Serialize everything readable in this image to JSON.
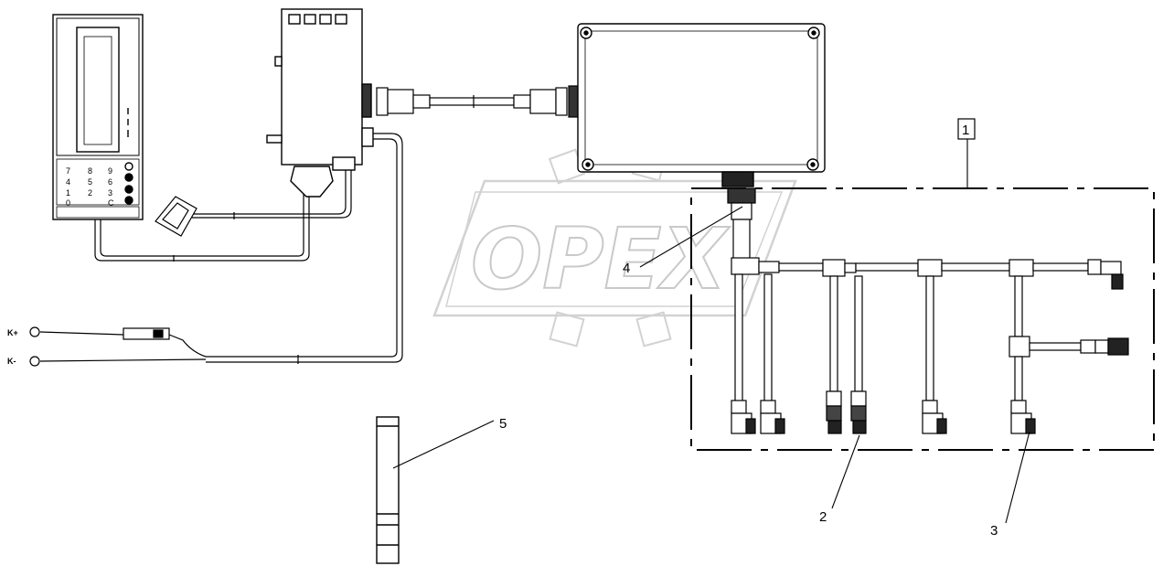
{
  "watermark": {
    "text": "OPEX"
  },
  "callouts": {
    "c1": "1",
    "c2": "2",
    "c3": "3",
    "c4": "4",
    "c5": "5"
  },
  "terminals": {
    "positive": "K+",
    "negative": "K-"
  },
  "keypad": {
    "row1": [
      "7",
      "8",
      "9"
    ],
    "row2": [
      "4",
      "5",
      "6"
    ],
    "row3": [
      "1",
      "2",
      "3"
    ],
    "row4": [
      "0",
      "",
      "C"
    ]
  },
  "colors": {
    "line": "#000000",
    "watermark_stroke": "#c9c9c9",
    "dark_fill": "#222222"
  }
}
